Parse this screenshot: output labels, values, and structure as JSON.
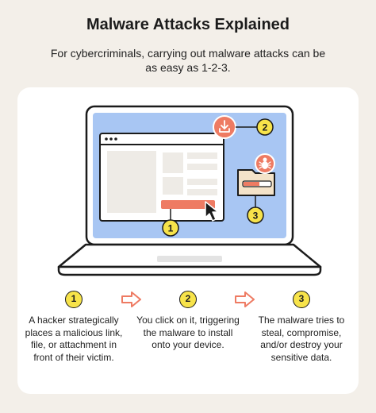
{
  "title": "Malware Attacks Explained",
  "subtitle": "For cybercriminals, carrying out malware attacks can be as easy as 1-2-3.",
  "colors": {
    "background": "#f3efe9",
    "card": "#ffffff",
    "screen": "#a8c6f3",
    "badge_yellow": "#f7e34a",
    "accent_coral": "#ee7b63",
    "folder": "#f4e3c9",
    "outline": "#1b1b1b"
  },
  "diagram": {
    "markers": [
      "1",
      "2",
      "3"
    ],
    "icons": [
      "laptop-icon",
      "browser-window-icon",
      "mouse-cursor-icon",
      "download-icon",
      "folder-icon",
      "bug-icon",
      "arrow-right-icon"
    ]
  },
  "steps": [
    {
      "number": "1",
      "text": "A hacker strategically places a malicious link, file, or attachment in front of their victim."
    },
    {
      "number": "2",
      "text": "You click on it, triggering the malware to install onto your device."
    },
    {
      "number": "3",
      "text": "The malware tries to steal, compromise, and/or destroy your sensitive data."
    }
  ]
}
